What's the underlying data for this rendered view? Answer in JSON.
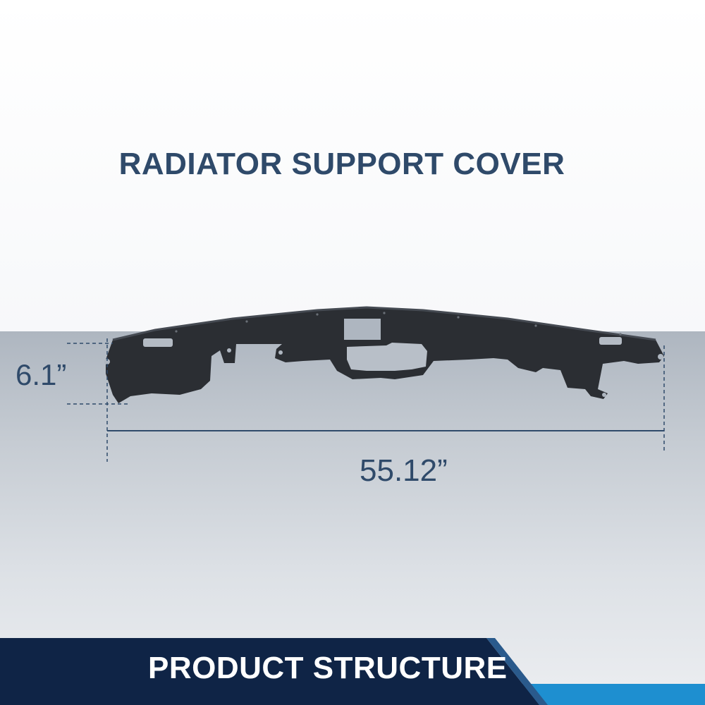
{
  "title": "RADIATOR SUPPORT COVER",
  "dimensions": {
    "height": "6.1”",
    "width": "55.12”"
  },
  "footer": {
    "label": "PRODUCT STRUCTURE"
  },
  "colors": {
    "title": "#2f4a6a",
    "dimension_lines": "#2f4a6a",
    "part": "#2b2e33",
    "footer_dark": "#0f2446",
    "footer_accent": "#1e8fd0"
  }
}
